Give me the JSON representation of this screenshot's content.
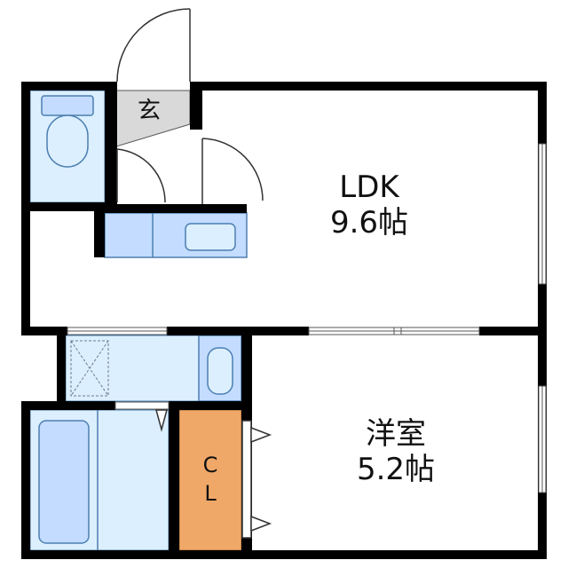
{
  "rooms": {
    "ldk": {
      "name": "LDK",
      "size": "9.6帖"
    },
    "western": {
      "name": "洋室",
      "size": "5.2帖"
    },
    "entrance": {
      "name": "玄"
    },
    "closet": {
      "line1": "C",
      "line2": "L"
    }
  },
  "colors": {
    "wall": "#000000",
    "fixture_fill": "#dcefff",
    "fixture_fill_dark": "#c3dcff",
    "fixture_stroke": "#4d7fb0",
    "entrance_fill": "#d9d9d9",
    "closet_fill": "#f0a868",
    "floor": "#ffffff"
  },
  "icons": [
    "toilet-icon",
    "kitchen-sink-icon",
    "washbasin-icon",
    "bathtub-icon",
    "washing-machine-pan-icon",
    "door-swing-icon",
    "window-icon"
  ]
}
